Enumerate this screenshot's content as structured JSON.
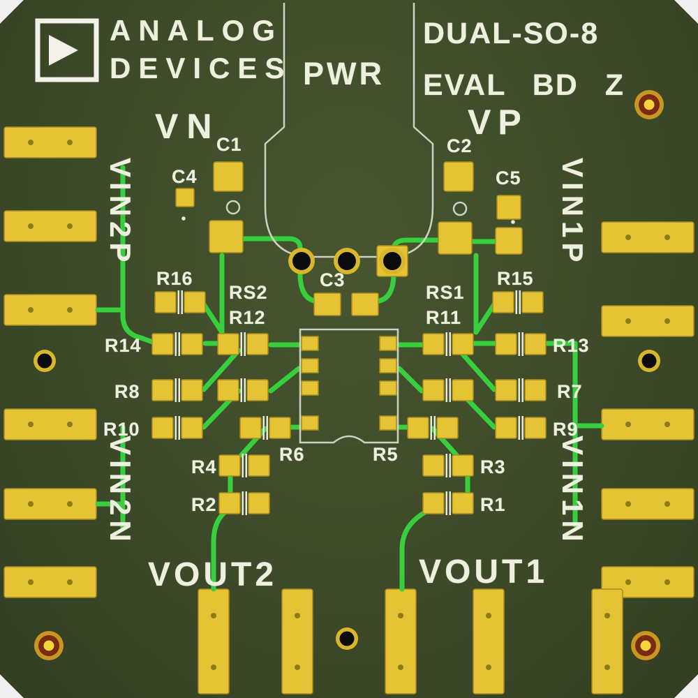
{
  "brand": {
    "line1": "ANALOG",
    "line2": "DEVICES"
  },
  "title": {
    "line1": "DUAL-SO-8",
    "line2": "EVAL BD Z"
  },
  "connector": {
    "label": "PWR"
  },
  "rails": {
    "vn": "VN",
    "vp": "VP",
    "vin2p": "VIN2P",
    "vin1p": "VIN1P",
    "vin2n": "VIN2N",
    "vin1n": "VIN1N",
    "vout2": "VOUT2",
    "vout1": "VOUT1"
  },
  "components": {
    "c1": "C1",
    "c2": "C2",
    "c3": "C3",
    "c4": "C4",
    "c5": "C5",
    "r1": "R1",
    "r2": "R2",
    "r3": "R3",
    "r4": "R4",
    "r5": "R5",
    "r6": "R6",
    "r7": "R7",
    "r8": "R8",
    "r9": "R9",
    "r10": "R10",
    "r11": "R11",
    "r12": "R12",
    "r13": "R13",
    "r14": "R14",
    "r15": "R15",
    "r16": "R16",
    "rs1": "RS1",
    "rs2": "RS2"
  },
  "colors": {
    "board": "#3d4a29",
    "pad": "#e4c334",
    "trace": "#38cf3e",
    "silkscreen": "#edefdf",
    "hole_ring": "#7a2a10"
  }
}
